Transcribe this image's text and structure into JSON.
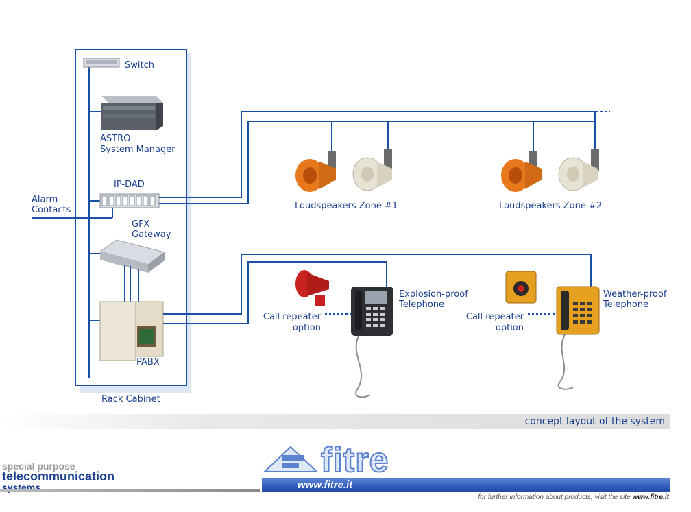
{
  "labels": {
    "switch": "Switch",
    "astro_line1": "ASTRO",
    "astro_line2": "System Manager",
    "ipdad": "IP-DAD",
    "alarm_line1": "Alarm",
    "alarm_line2": "Contacts",
    "gfx_line1": "GFX",
    "gfx_line2": "Gateway",
    "pabx": "PABX",
    "rack_cabinet": "Rack Cabinet",
    "zone1": "Loudspeakers Zone #1",
    "zone2": "Loudspeakers Zone #2",
    "explosion_line1": "Explosion-proof",
    "explosion_line2": "Telephone",
    "weather_line1": "Weather-proof",
    "weather_line2": "Telephone",
    "callrep1_line1": "Call repeater",
    "callrep1_line2": "option",
    "callrep2_line1": "Call repeater",
    "callrep2_line2": "option"
  },
  "banner": {
    "text": "concept layout of the system"
  },
  "footer": {
    "tagline_1": "special purpose",
    "tagline_2": "telecommunication",
    "tagline_3": "systems",
    "logo_word": "fitre",
    "url": "www.fitre.it",
    "note_prefix": "for further information about products, visit the site ",
    "note_site": "www.fitre.it"
  },
  "colors": {
    "line": "#1a4fa8",
    "text": "#1a3f8f",
    "horn_orange": "#e8781c",
    "horn_white": "#e6e3d4",
    "repeater_red": "#c8231e",
    "weather_yellow": "#e5a020"
  }
}
